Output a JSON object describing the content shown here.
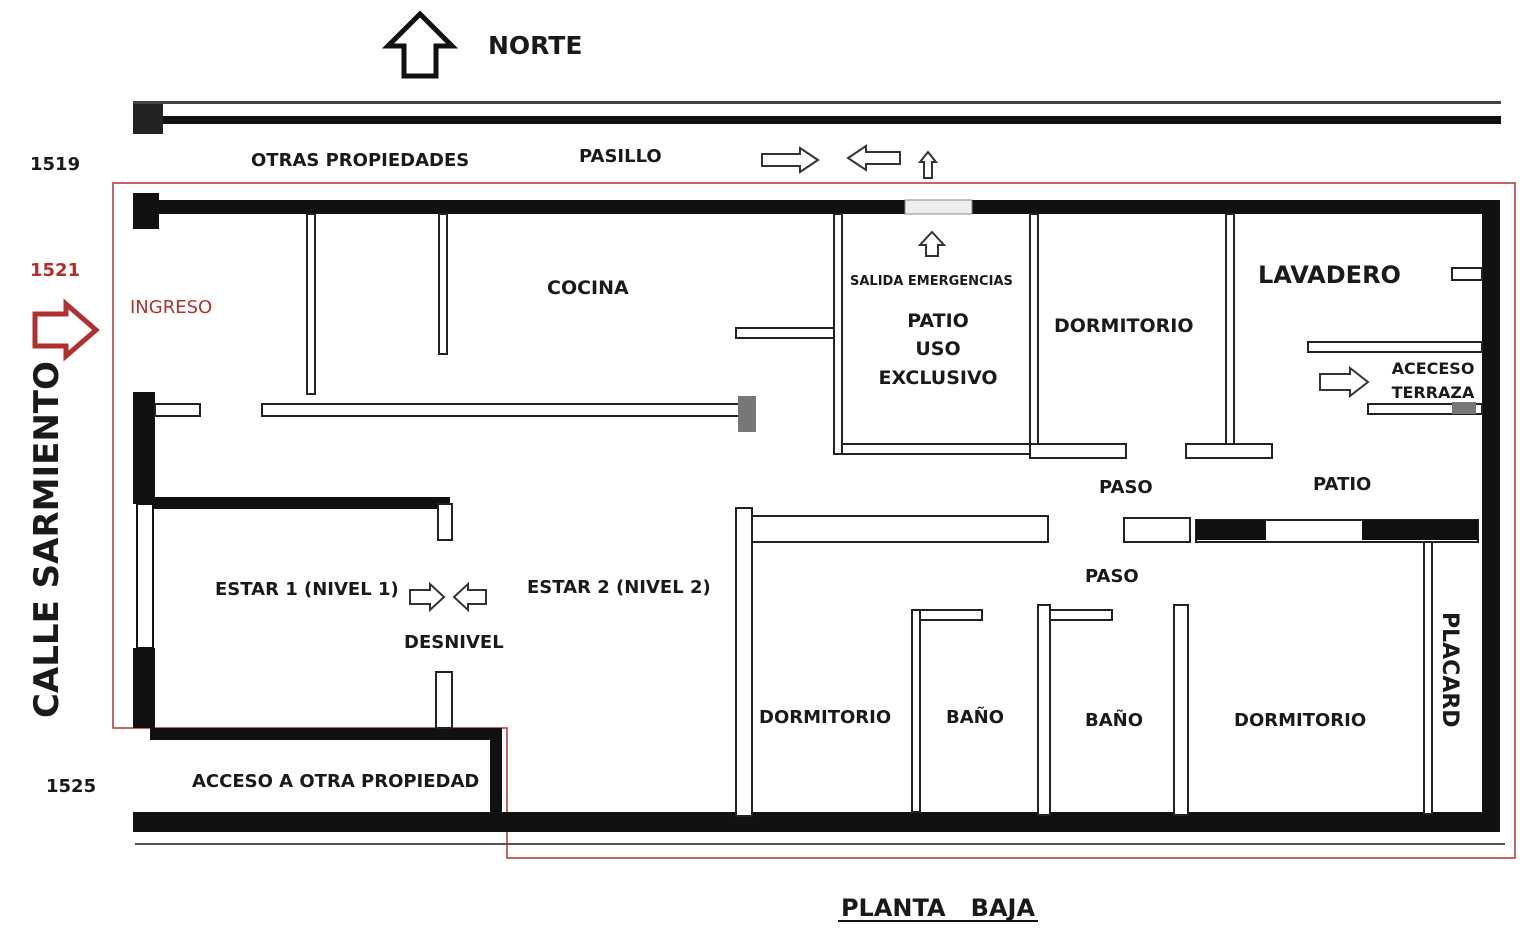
{
  "header": {
    "north": "NORTE"
  },
  "street": {
    "name": "CALLE SARMIENTO",
    "entry": "INGRESO"
  },
  "numbers": {
    "n1519": "1519",
    "n1521": "1521",
    "n1525": "1525"
  },
  "top_strip": {
    "others": "OTRAS  PROPIEDADES",
    "corridor": "PASILLO"
  },
  "rooms": {
    "cocina": "COCINA",
    "salida": "SALIDA EMERGENCIAS",
    "patio_uso_1": "PATIO",
    "patio_uso_2": "USO",
    "patio_uso_3": "EXCLUSIVO",
    "dormitorio_top": "DORMITORIO",
    "lavadero": "LAVADERO",
    "acceso_terraza_1": "ACECESO",
    "acceso_terraza_2": "TERRAZA",
    "paso_1": "PASO",
    "patio": "PATIO",
    "paso_2": "PASO",
    "estar1": "ESTAR 1 (NIVEL 1)",
    "estar2": "ESTAR 2 (NIVEL 2)",
    "desnivel": "DESNIVEL",
    "dormitorio_left": "DORMITORIO",
    "bano_1": "BAÑO",
    "bano_2": "BAÑO",
    "dormitorio_right": "DORMITORIO",
    "placard": "PLACARD",
    "acceso_otra": "ACCESO A OTRA  PROPIEDAD"
  },
  "footer": {
    "title": "PLANTA   BAJA"
  },
  "colors": {
    "wall": "#111111",
    "accent": "#b03030",
    "background": "#ffffff"
  }
}
